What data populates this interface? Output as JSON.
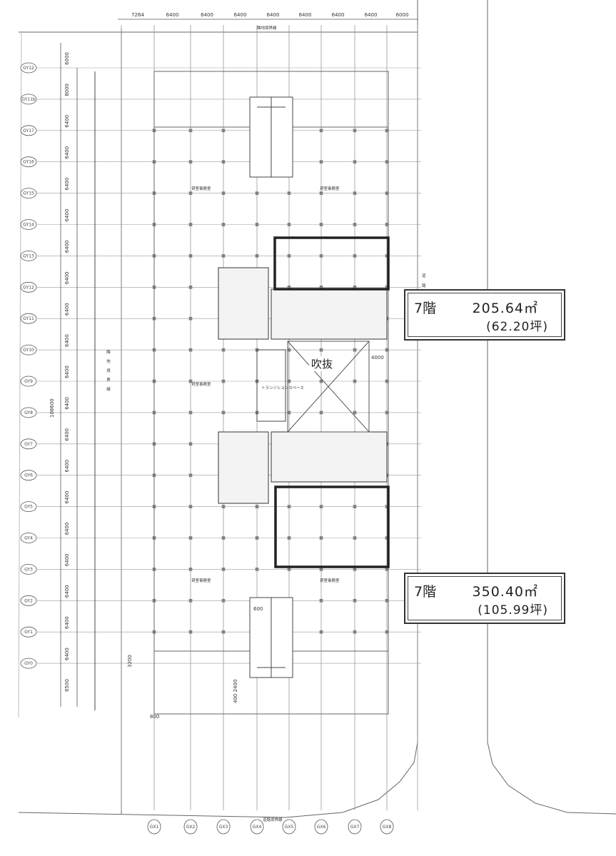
{
  "top_dims": [
    "7264",
    "6400",
    "6400",
    "6400",
    "6400",
    "6400",
    "6400",
    "6400",
    "6000"
  ],
  "top_boundary": "隣地境界線",
  "bottom_boundary": "道路境界線",
  "left_boundary_chars": [
    "隣",
    "地",
    "境",
    "界",
    "線"
  ],
  "left_dims": [
    "6000",
    "8000",
    "6400",
    "6400",
    "6400",
    "6400",
    "6400",
    "6400",
    "6400",
    "6400",
    "6400",
    "6400",
    "6400",
    "6400",
    "6400",
    "6400",
    "6400",
    "6400",
    "6400",
    "6400",
    "6500"
  ],
  "total_dim": "108600",
  "row_grids": [
    "GY12",
    "GY11b",
    "GY17",
    "GY16",
    "GY15",
    "GY14",
    "GY13",
    "GY12",
    "GY11",
    "GY10",
    "GY9",
    "GY8",
    "GY7",
    "GY6",
    "GY5",
    "GY4",
    "GY3",
    "GY2",
    "GY1",
    "GY0"
  ],
  "col_grids": [
    "GX1",
    "GX2",
    "GX3",
    "GX4",
    "GX5",
    "GX6",
    "GX7",
    "GX8"
  ],
  "office_label": "貸室事務室",
  "transition_space": "トランジションスペース",
  "atrium_label": "吹抜",
  "small_dims": {
    "d4000": "4000",
    "d600": "600",
    "d3200": "3200",
    "d4024": "400 2400",
    "d800": "800"
  },
  "road_chars": [
    "道",
    "路"
  ],
  "upper_callout": {
    "floor": "7階",
    "area": "205.64㎡",
    "tsubo": "(62.20坪)"
  },
  "lower_callout": {
    "floor": "7階",
    "area": "350.40㎡",
    "tsubo": "(105.99坪)"
  },
  "colors": {
    "line": "#555555",
    "heavy": "#2a2a2a",
    "paper": "#ffffff"
  }
}
